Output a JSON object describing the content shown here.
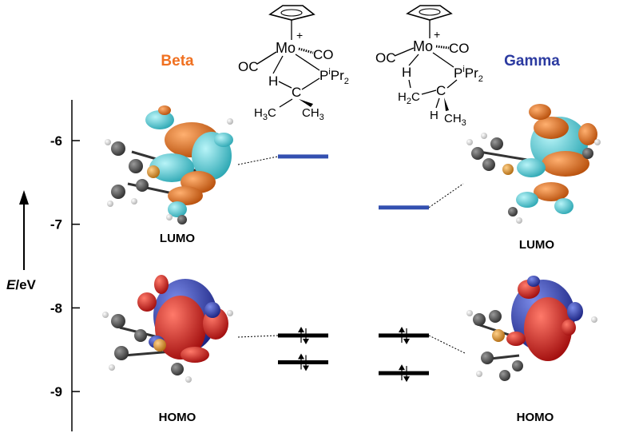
{
  "axis": {
    "label_italic": "E",
    "label_unit": "/eV",
    "ticks": [
      "-6",
      "-7",
      "-8",
      "-9"
    ]
  },
  "isomers": {
    "beta": {
      "name": "Beta",
      "color": "#f07020"
    },
    "gamma": {
      "name": "Gamma",
      "color": "#2b3aa0"
    }
  },
  "orbital_labels": {
    "beta_lumo": "LUMO",
    "beta_homo": "HOMO",
    "gamma_lumo": "LUMO",
    "gamma_homo": "HOMO"
  },
  "levels": {
    "lumo_color": "#3350b0",
    "occupied_color": "#000000",
    "beta_lumo": -6.19,
    "gamma_lumo": -6.8,
    "beta_occupied": [
      -8.33,
      -8.65
    ],
    "gamma_occupied": [
      -8.33,
      -8.78
    ]
  },
  "structures": {
    "beta": {
      "charge": "+",
      "metal": "Mo",
      "co_left": "OC",
      "co_right": "CO",
      "phosphorus": "P",
      "p_sup": "i",
      "p_sub_group": "Pr",
      "p_sub_count": "2",
      "agostic_h": "H",
      "carbon": "C",
      "methyl_left": "H",
      "methyl_left_sub": "3",
      "methyl_left_c": "C",
      "methyl_right": "CH",
      "methyl_right_sub": "3"
    },
    "gamma": {
      "charge": "+",
      "metal": "Mo",
      "co_left": "OC",
      "co_right": "CO",
      "phosphorus": "P",
      "p_sup": "i",
      "p_sub_group": "Pr",
      "p_sub_count": "2",
      "agostic_h": "H",
      "ch2_h": "H",
      "ch2_sub": "2",
      "ch2_c": "C",
      "carbon": "C",
      "ch_h": "H",
      "methyl": "CH",
      "methyl_sub": "3"
    }
  },
  "orbital_colors": {
    "lumo_lobe_a": "#e87a1e",
    "lumo_lobe_b": "#5fd0d8",
    "homo_lobe_a": "#d42a2a",
    "homo_lobe_b": "#2a3cb0",
    "atom_c": "#4a4a4a",
    "atom_p": "#d98a20",
    "atom_h": "#f2f2f2"
  }
}
